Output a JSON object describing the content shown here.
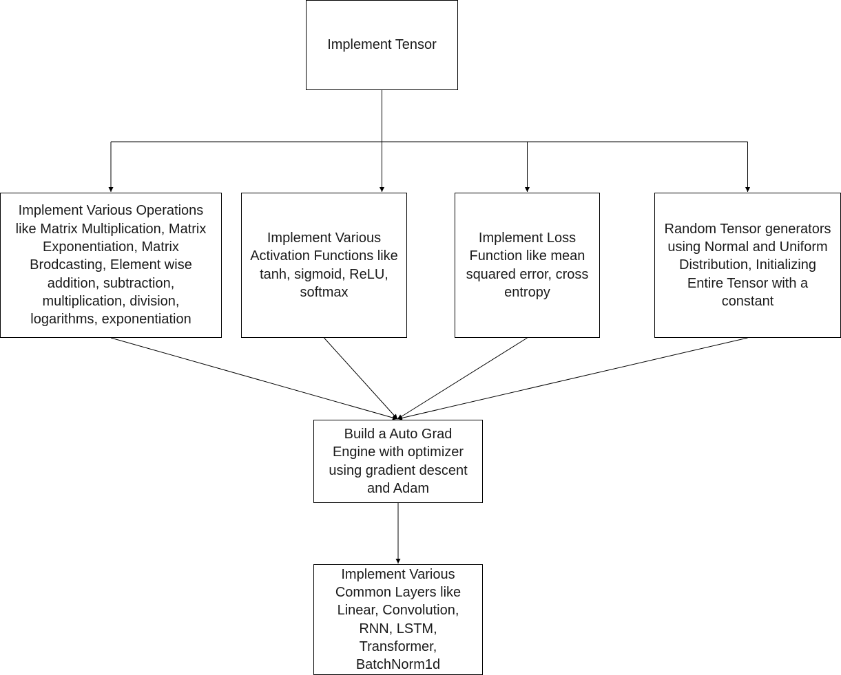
{
  "diagram": {
    "nodes": {
      "tensor": {
        "label": "Implement Tensor"
      },
      "operations": {
        "label": "Implement Various Operations\nlike Matrix Multiplication, Matrix\nExponentiation, Matrix\nBrodcasting, Element wise\naddition, subtraction,\nmultiplication, division,\nlogarithms, exponentiation"
      },
      "activation": {
        "label": "Implement Various\nActivation Functions like\ntanh, sigmoid, ReLU,\nsoftmax"
      },
      "loss": {
        "label": "Implement Loss\nFunction like mean\nsquared error, cross\nentropy"
      },
      "random": {
        "label": "Random Tensor generators\nusing Normal and Uniform\nDistribution, Initializing\nEntire Tensor with a\nconstant"
      },
      "autograd": {
        "label": "Build a Auto Grad\nEngine with optimizer\nusing gradient descent\nand Adam"
      },
      "layers": {
        "label": "Implement Various\nCommon Layers like\nLinear, Convolution,\nRNN, LSTM,\nTransformer,\nBatchNorm1d"
      }
    },
    "edges": [
      {
        "from": "tensor",
        "to": "operations"
      },
      {
        "from": "tensor",
        "to": "activation"
      },
      {
        "from": "tensor",
        "to": "loss"
      },
      {
        "from": "tensor",
        "to": "random"
      },
      {
        "from": "operations",
        "to": "autograd"
      },
      {
        "from": "activation",
        "to": "autograd"
      },
      {
        "from": "loss",
        "to": "autograd"
      },
      {
        "from": "random",
        "to": "autograd"
      },
      {
        "from": "autograd",
        "to": "layers"
      }
    ],
    "colors": {
      "stroke": "#000000",
      "text": "#1a1a1a",
      "background": "#ffffff"
    }
  }
}
